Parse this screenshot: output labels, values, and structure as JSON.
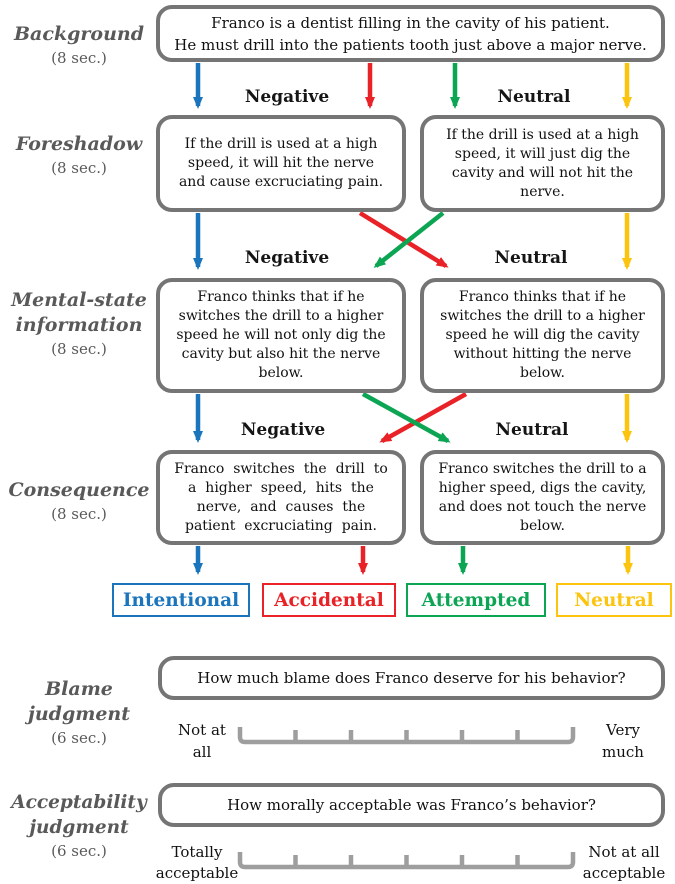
{
  "colors": {
    "blue": "#1b75bc",
    "red": "#e82227",
    "green": "#0ca553",
    "yellow": "#fcc40f",
    "gray_border": "#757575",
    "gray_scale": "#9e9e9e",
    "gray_label": "#595959"
  },
  "stages": [
    {
      "label": "Background",
      "duration": "(8 sec.)"
    },
    {
      "label": "Foreshadow",
      "duration": "(8 sec.)"
    },
    {
      "label": "Mental-state\ninformation",
      "duration": "(8 sec.)"
    },
    {
      "label": "Consequence",
      "duration": "(8 sec.)"
    },
    {
      "label": "Blame\njudgment",
      "duration": "(6 sec.)"
    },
    {
      "label": "Acceptability\njudgment",
      "duration": "(6 sec.)"
    }
  ],
  "headers": {
    "negative": "Negative",
    "neutral": "Neutral"
  },
  "boxes": {
    "background": "Franco is a dentist filling in the cavity of his patient.\nHe must drill into the patients tooth just above a major nerve.",
    "foreshadow_negative": "If the drill is used at a high\nspeed, it will hit the nerve\nand cause excruciating pain.",
    "foreshadow_neutral": "If the drill is used at a high\nspeed, it will just dig the\ncavity and will not hit the\nnerve.",
    "mental_negative": "Franco thinks that if he\nswitches the drill to a higher\nspeed he will not only dig the\ncavity but also hit the nerve\nbelow.",
    "mental_neutral": "Franco thinks that if he\nswitches the drill to a higher\nspeed he will dig the cavity\nwithout hitting the nerve\nbelow.",
    "consequence_negative": "Franco switches the drill to\na higher speed, hits the\nnerve, and causes the\npatient excruciating pain.",
    "consequence_neutral": "Franco switches the drill to a\nhigher speed, digs the cavity,\nand does not touch the  nerve\nbelow."
  },
  "conditions": [
    {
      "label": "Intentional",
      "color": "blue"
    },
    {
      "label": "Accidental",
      "color": "red"
    },
    {
      "label": "Attempted",
      "color": "green"
    },
    {
      "label": "Neutral",
      "color": "yellow"
    }
  ],
  "blame": {
    "question": "How much blame does Franco deserve for his behavior?",
    "scale_min_label": "Not at\nall",
    "scale_max_label": "Very\nmuch",
    "tick_count": 7
  },
  "acceptability": {
    "question": "How morally acceptable was Franco’s behavior?",
    "scale_min_label": "Totally\nacceptable",
    "scale_max_label": "Not at all\nacceptable",
    "tick_count": 7
  }
}
